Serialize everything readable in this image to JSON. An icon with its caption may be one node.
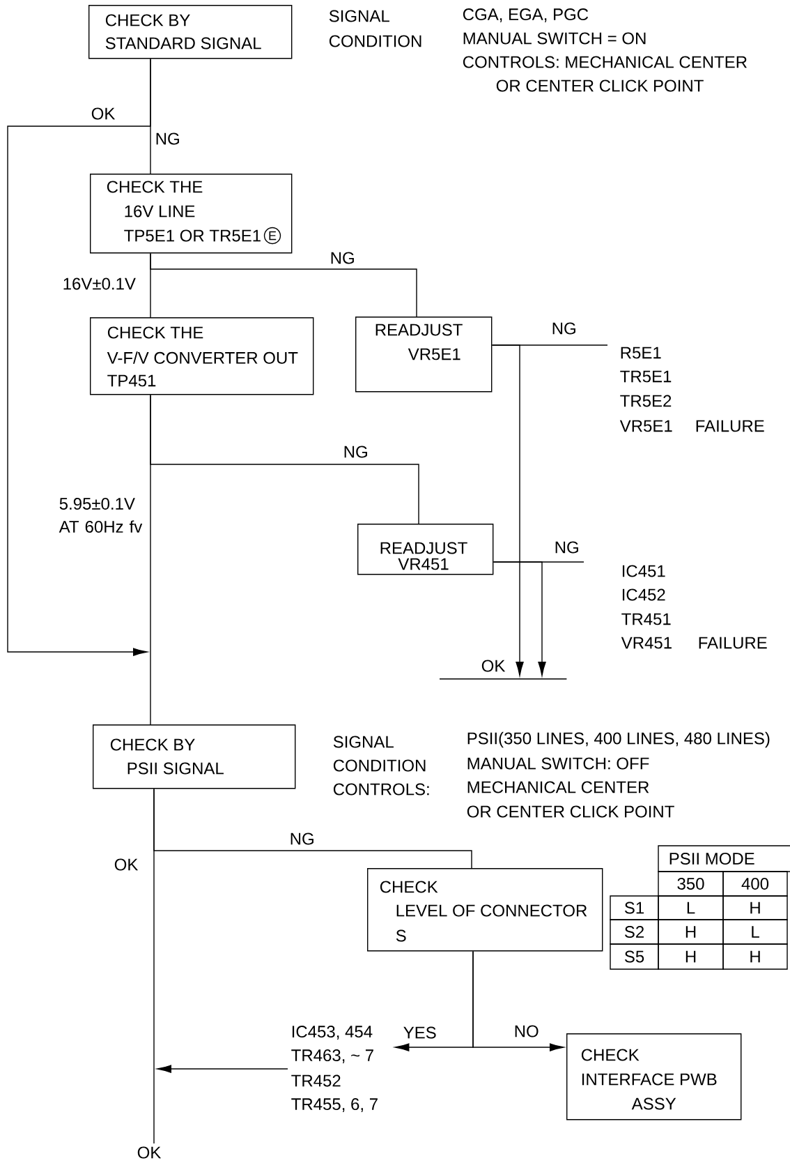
{
  "diagram": {
    "nodes": [
      {
        "text": [
          "CHECK BY",
          "STANDARD SIGNAL"
        ]
      },
      {
        "text": [
          "CHECK THE",
          "16V LINE",
          "TP5E1 OR TR5E1"
        ]
      },
      {
        "text": [
          "CHECK THE",
          "V-F/V CONVERTER OUT",
          "TP451"
        ]
      },
      {
        "text": [
          "READJUST",
          "VR5E1"
        ]
      },
      {
        "text": [
          "READJUST",
          "VR451"
        ]
      },
      {
        "text": [
          "CHECK BY",
          "PSII SIGNAL"
        ]
      },
      {
        "text": [
          "CHECK",
          "LEVEL OF CONNECTOR",
          "S"
        ]
      },
      {
        "text": [
          "CHECK",
          "INTERFACE PWB",
          "ASSY"
        ]
      },
      {
        "text": [
          "R5E1",
          "TR5E1",
          "TR5E2",
          "VR5E1",
          "FAILURE"
        ]
      },
      {
        "text": [
          "IC451",
          "IC452",
          "TR451",
          "VR451",
          "FAILURE"
        ]
      },
      {
        "text": [],
        "shape": "bar"
      },
      {
        "text": [
          "IC453, 454",
          "TR463, ~ 7",
          "TR452",
          "TR455, 6, 7"
        ]
      },
      {
        "text": [
          "OK"
        ]
      }
    ],
    "edges": [
      {
        "from": 0,
        "to": 1,
        "arrow": "none",
        "label": "NG"
      },
      {
        "from": 0,
        "to": null,
        "arrow": "to",
        "label": "OK"
      },
      {
        "from": 1,
        "to": 2,
        "arrow": "none",
        "label": "16V±0.1V"
      },
      {
        "from": 1,
        "to": 3,
        "arrow": "none",
        "label": "NG"
      },
      {
        "from": 2,
        "to": 5,
        "arrow": "none",
        "label": "5.95±0.1V AT 60Hz fv"
      },
      {
        "from": 2,
        "to": 4,
        "arrow": "none",
        "label": "NG"
      },
      {
        "from": 3,
        "to": 8,
        "arrow": "none",
        "label": "NG"
      },
      {
        "from": 3,
        "to": 10,
        "arrow": "to"
      },
      {
        "from": 4,
        "to": 9,
        "arrow": "none",
        "label": "NG"
      },
      {
        "from": 4,
        "to": 10,
        "arrow": "to"
      },
      {
        "from": 5,
        "to": 6,
        "arrow": "none",
        "label": "NG"
      },
      {
        "from": 5,
        "to": 12,
        "arrow": "none",
        "label": "OK"
      },
      {
        "from": 6,
        "to": 11,
        "arrow": "to",
        "label": "YES"
      },
      {
        "from": 6,
        "to": 7,
        "arrow": "to",
        "label": "NO"
      },
      {
        "from": 11,
        "to": null,
        "arrow": "to"
      }
    ],
    "labels": [
      "SIGNAL",
      "CGA, EGA, PGC",
      "CONDITION",
      "MANUAL SWITCH = ON",
      "CONTROLS: MECHANICAL CENTER",
      "OR CENTER CLICK POINT",
      "E",
      "SIGNAL",
      "PSII(350 LINES, 400 LINES, 480 LINES)",
      "CONDITION",
      "MANUAL SWITCH: OFF",
      "CONTROLS:",
      "MECHANICAL CENTER",
      "OR CENTER CLICK POINT",
      "PSII MODE",
      "350",
      "400",
      "S1",
      "L",
      "H",
      "S2",
      "H",
      "L",
      "S5",
      "H",
      "H",
      "OK"
    ]
  }
}
